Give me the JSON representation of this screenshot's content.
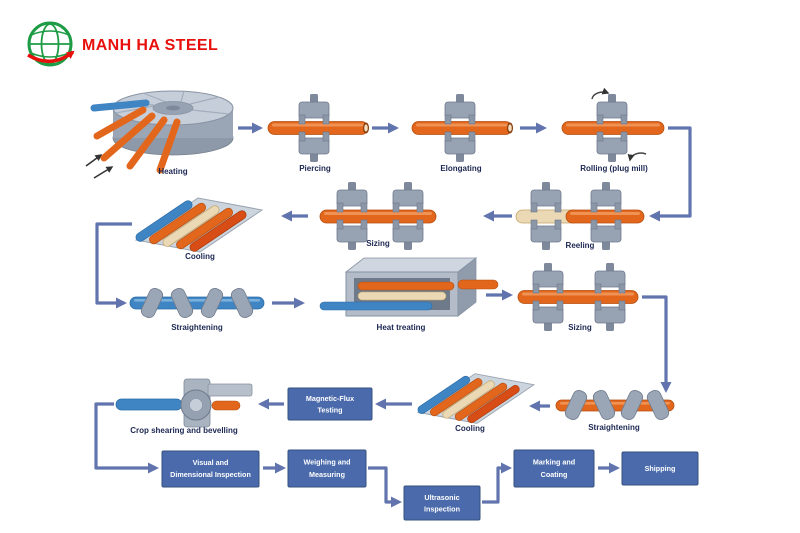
{
  "brand": {
    "name": "MANH HA STEEL"
  },
  "palette": {
    "pipe_orange": "#e2671c",
    "pipe_blue": "#3f85c4",
    "pipe_cream": "#ead9b4",
    "roll_gray": "#97a3b3",
    "connector_blue": "#6274ae",
    "process_box_blue": "#4a6aab",
    "label_navy": "#1c2752",
    "brand_red": "#e8100c",
    "brand_green": "#1e9c45"
  },
  "stations": [
    {
      "id": "heating",
      "label": "Heating"
    },
    {
      "id": "piercing",
      "label": "Piercing"
    },
    {
      "id": "elongating",
      "label": "Elongating"
    },
    {
      "id": "rolling",
      "label": "Rolling (plug mill)"
    },
    {
      "id": "reeling",
      "label": "Reeling"
    },
    {
      "id": "sizing-1",
      "label": "Sizing"
    },
    {
      "id": "cooling-1",
      "label": "Cooling"
    },
    {
      "id": "straightening-1",
      "label": "Straightening"
    },
    {
      "id": "heat-treating",
      "label": "Heat treating"
    },
    {
      "id": "sizing-2",
      "label": "Sizing"
    },
    {
      "id": "straightening-2",
      "label": "Straightening"
    },
    {
      "id": "cooling-2",
      "label": "Cooling"
    },
    {
      "id": "crop-shearing",
      "label": "Crop shearing and bevelling"
    }
  ],
  "boxes": [
    {
      "id": "magnetic-flux-testing",
      "lines": [
        "Magnetic-Flux",
        "Testing"
      ]
    },
    {
      "id": "visual-inspection",
      "lines": [
        "Visual and",
        "Dimensional Inspection"
      ]
    },
    {
      "id": "weighing-measuring",
      "lines": [
        "Weighing and",
        "Measuring"
      ]
    },
    {
      "id": "ultrasonic-inspection",
      "lines": [
        "Ultrasonic",
        "Inspection"
      ]
    },
    {
      "id": "marking-coating",
      "lines": [
        "Marking and",
        "Coating"
      ]
    },
    {
      "id": "shipping",
      "lines": [
        "Shipping"
      ]
    }
  ]
}
